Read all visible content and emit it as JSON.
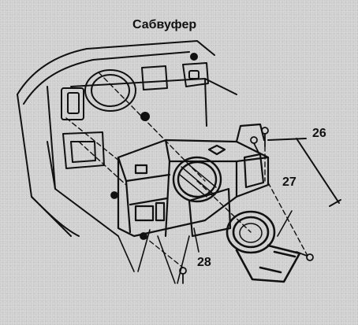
{
  "diagram": {
    "title": "Сабвуфер",
    "callouts": {
      "assembly": "26",
      "ring": "27",
      "bracket": "28"
    }
  }
}
